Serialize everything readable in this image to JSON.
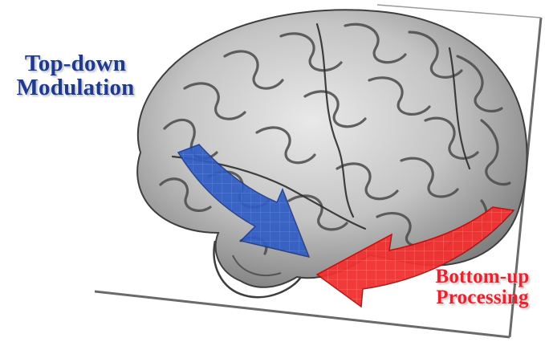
{
  "colors": {
    "top_down": "#1f3a8c",
    "top_down_arrow": "#2f5cc4",
    "bottom_up": "#e8232f",
    "bottom_up_arrow": "#f02a2a",
    "brain_base": "#c9c9c9",
    "brain_dark": "#5a5a5a",
    "card_edge": "#555555"
  },
  "labels": {
    "top_down": {
      "line1": "Top-down",
      "line2": "Modulation"
    },
    "bottom_up": {
      "line1": "Bottom-up",
      "line2": "Processing"
    }
  },
  "icons": {
    "brain": "brain-illustration",
    "top_down_arrow": "curved-arrow-down-right",
    "bottom_up_arrow": "curved-arrow-left"
  }
}
